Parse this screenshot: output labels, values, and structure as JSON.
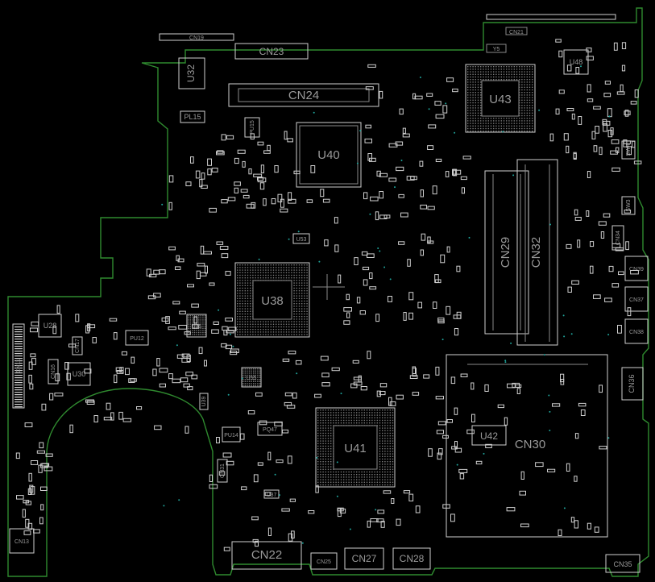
{
  "colors": {
    "background": "#000000",
    "board_outline": "#2f8a2f",
    "silkscreen": "#cfcfcf",
    "label": "#9a9a9a",
    "via": "#1fa39a"
  },
  "labels": {
    "cn19": "CN19",
    "cn23": "CN23",
    "cn21": "CN21",
    "y5": "Y5",
    "u48": "U48",
    "u32": "U32",
    "cn24": "CN24",
    "u43": "U43",
    "pl15": "PL15",
    "pu15": "PU15",
    "u40": "U40",
    "sw4": "SW4",
    "sw3": "SW3",
    "cn29": "CN29",
    "cn32": "CN32",
    "cn34": "CN34",
    "u53": "U53",
    "cn39": "CN39",
    "cn37": "CN37",
    "u38": "U38",
    "cn38": "CN38",
    "u28": "U28",
    "pu12": "PU12",
    "u35": "U35",
    "cn11": "CN11",
    "cn17": "CN17",
    "cn16": "CN16",
    "u30": "U30",
    "u55": "U55",
    "cn36": "CN36",
    "u42": "U42",
    "cn30": "CN30",
    "u39": "U39",
    "pq47": "PQ47",
    "pu14": "PU14",
    "u41": "U41",
    "cn31": "CN31",
    "u37": "U37",
    "cn13": "CN13",
    "cn22": "CN22",
    "cn25": "CN25",
    "cn27": "CN27",
    "cn28": "CN28",
    "cn35": "CN35"
  }
}
